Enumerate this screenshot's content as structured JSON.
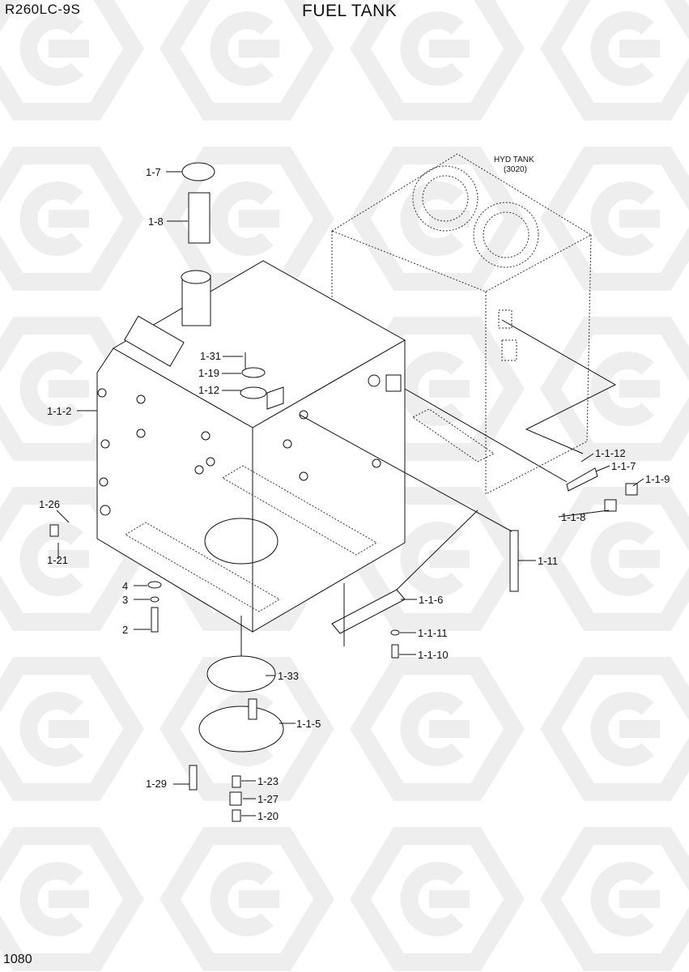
{
  "header": {
    "model": "R260LC-9S",
    "title": "FUEL TANK"
  },
  "page_number": "1080",
  "reference": {
    "name": "HYD TANK",
    "code": "(3020)"
  },
  "callouts": {
    "c1_7": "1-7",
    "c1_8": "1-8",
    "c1_31": "1-31",
    "c1_19": "1-19",
    "c1_12": "1-12",
    "c1_1_2": "1-1-2",
    "c1_26": "1-26",
    "c1_21": "1-21",
    "c4": "4",
    "c3": "3",
    "c2": "2",
    "c1_33": "1-33",
    "c1_1_5": "1-1-5",
    "c1_29": "1-29",
    "c1_23": "1-23",
    "c1_27": "1-27",
    "c1_20": "1-20",
    "c1_1_6": "1-1-6",
    "c1_1_11": "1-1-11",
    "c1_1_10": "1-1-10",
    "c1_11": "1-11",
    "c1_1_12": "1-1-12",
    "c1_1_7": "1-1-7",
    "c1_1_9": "1-1-9",
    "c1_1_8": "1-1-8"
  }
}
